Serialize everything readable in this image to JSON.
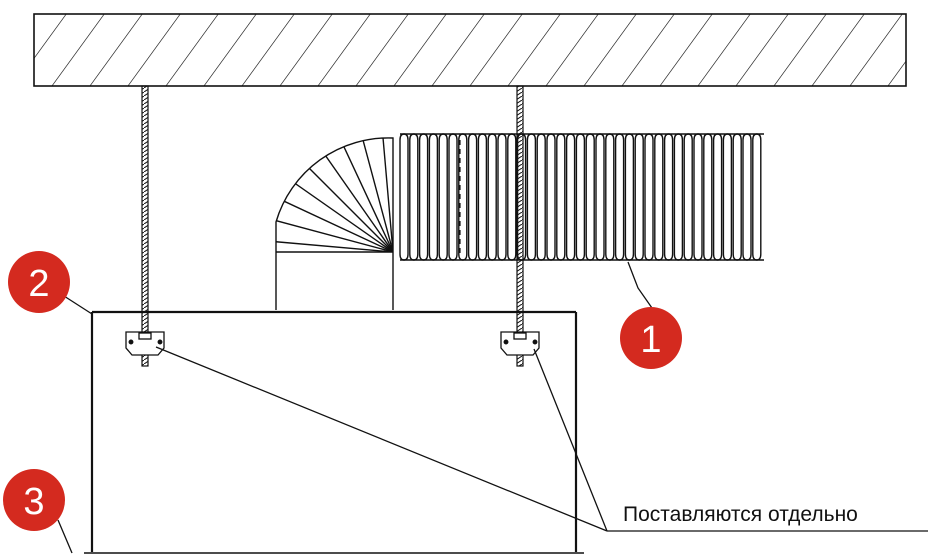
{
  "callouts": [
    {
      "label": "1",
      "color": "#d42a1f"
    },
    {
      "label": "2",
      "color": "#d42a1f"
    },
    {
      "label": "3",
      "color": "#d42a1f"
    }
  ],
  "note": {
    "text": "Поставляются отдельно"
  },
  "colors": {
    "line": "#111111",
    "background": "#ffffff",
    "accent": "#d42a1f"
  }
}
